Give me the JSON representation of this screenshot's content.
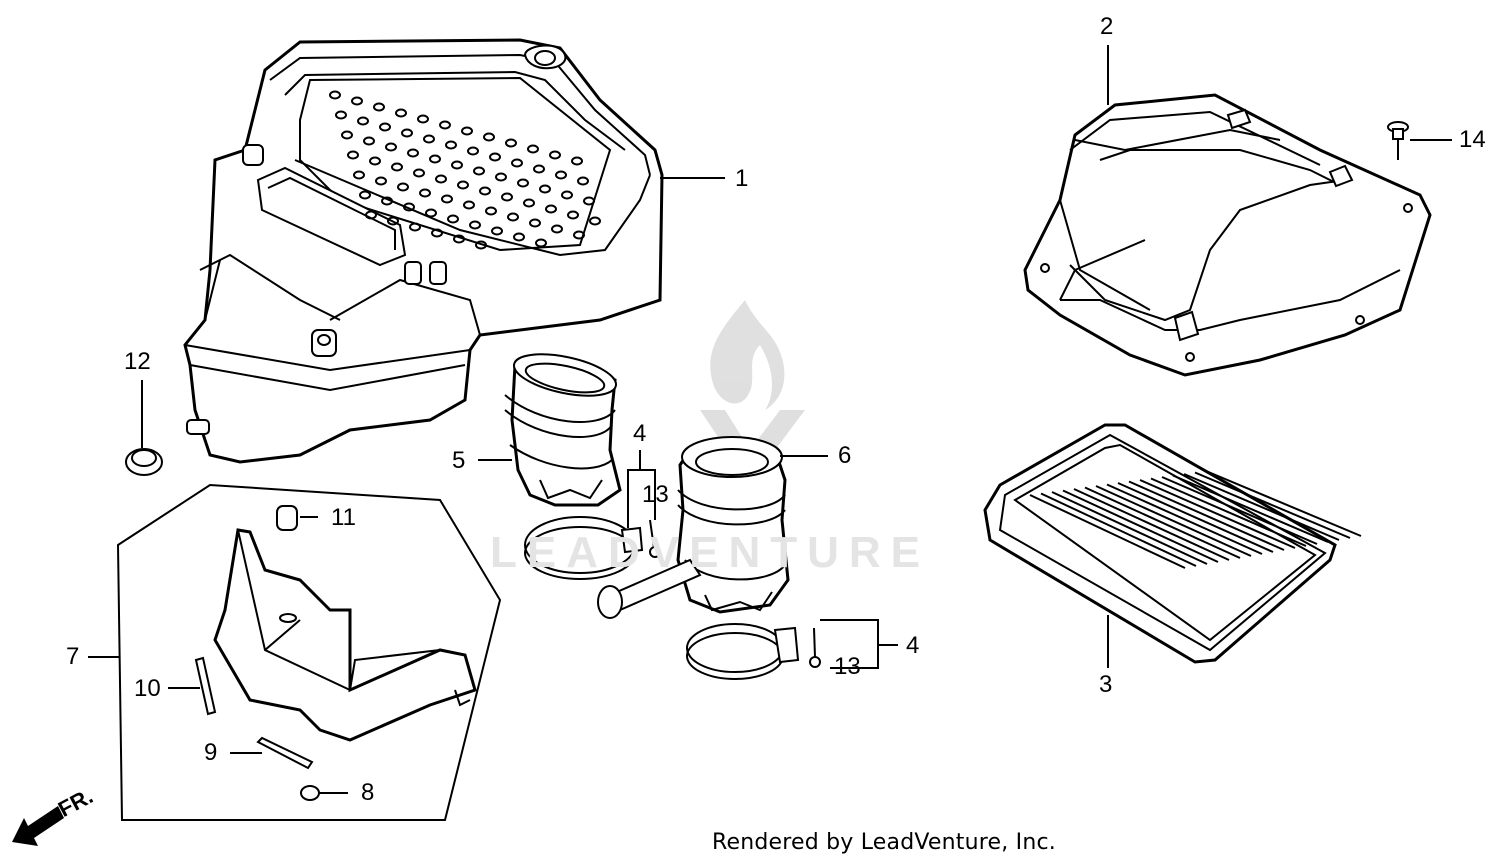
{
  "footer": "Rendered by LeadVenture, Inc.",
  "watermark": "LEADVENTURE",
  "direction_label": "FR.",
  "callouts": {
    "c1": "1",
    "c2": "2",
    "c3": "3",
    "c4a": "4",
    "c4b": "4",
    "c5": "5",
    "c6": "6",
    "c7": "7",
    "c8": "8",
    "c9": "9",
    "c10": "10",
    "c11": "11",
    "c12": "12",
    "c13a": "13",
    "c13b": "13",
    "c14": "14"
  }
}
